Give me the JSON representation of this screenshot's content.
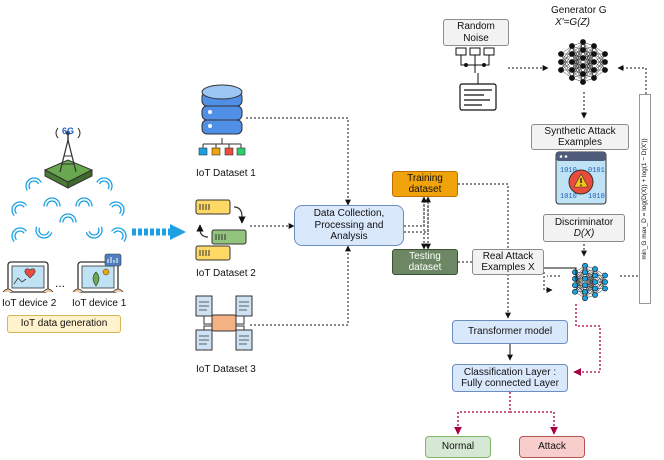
{
  "left_panel": {
    "network_label": "6G",
    "device_2_label": "IoT device 2",
    "device_1_label": "IoT device 1",
    "ellipsis": "...",
    "generation_label": "IoT data generation"
  },
  "datasets": {
    "dataset_1": "IoT Dataset 1",
    "dataset_2": "IoT Dataset 2",
    "dataset_3": "IoT Dataset 3"
  },
  "collection": {
    "label": "Data Collection, Processing and Analysis"
  },
  "split": {
    "training": "Training dataset",
    "testing": "Testing dataset"
  },
  "gan": {
    "random_noise": "Random Noise",
    "generator_title": "Generator G",
    "generator_formula": "X'=G(Z)",
    "synthetic": "Synthetic Attack Examples",
    "discriminator_title": "Discriminator",
    "discriminator_formula": "D(X)",
    "real_examples": "Real Attack Examples X",
    "loss": "min_G max_D = log(D(X)) + log(1 − D(X'))"
  },
  "classifier": {
    "transformer": "Transformer model",
    "classification": "Classification Layer : Fully connected Layer",
    "normal": "Normal",
    "attack": "Attack"
  },
  "colors": {
    "training_fill": "#f0a30a",
    "testing_fill": "#6d8764",
    "process_fill": "#dae8fc",
    "normal_fill": "#d5e8d4",
    "attack_fill": "#f8cecc",
    "generation_fill": "#fff2cc",
    "arrow_blue": "#1ba1e2",
    "dotted_red": "#a50040"
  }
}
